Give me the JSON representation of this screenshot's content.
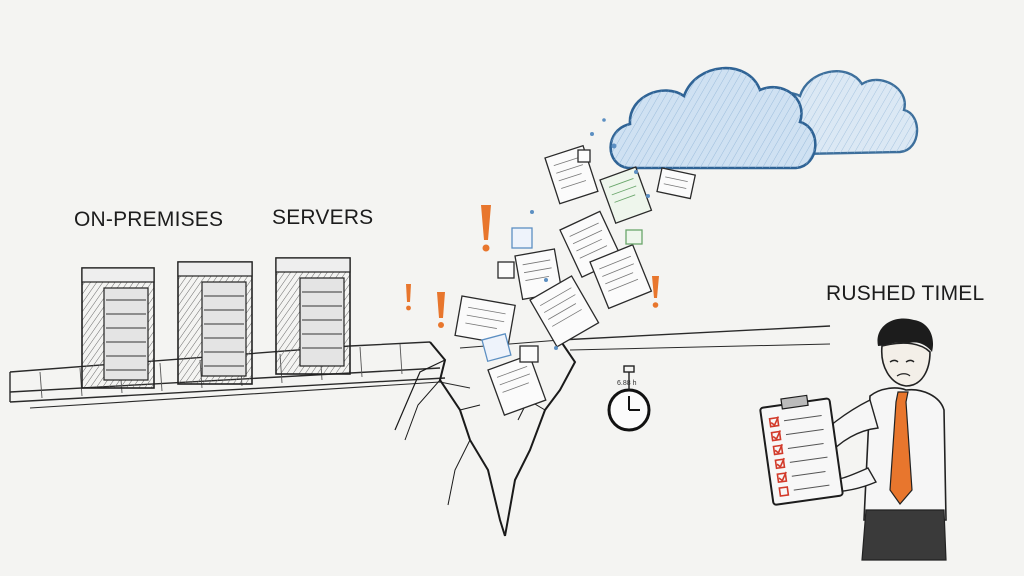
{
  "labels": {
    "on_premises": "ON-PREMISES",
    "servers": "SERVERS",
    "rushed_timeline": "RUSHED TIMEL"
  },
  "stopwatch": {
    "readout": "6.88 h"
  },
  "icons": {
    "servers": "server-rack-icon",
    "cloud": "cloud-icon",
    "documents": "document-icon",
    "alerts": "exclamation-icon",
    "clock": "stopwatch-icon",
    "checklist": "checklist-icon"
  },
  "colors": {
    "background": "#f4f4f2",
    "ink": "#1c1c1c",
    "cloud_fill": "#c9dff1",
    "cloud_stroke": "#3d6f9c",
    "accent_orange": "#e8762d",
    "check_red": "#d23a2a",
    "doc_green": "#6aa66b",
    "doc_blue": "#5c8fc2"
  }
}
